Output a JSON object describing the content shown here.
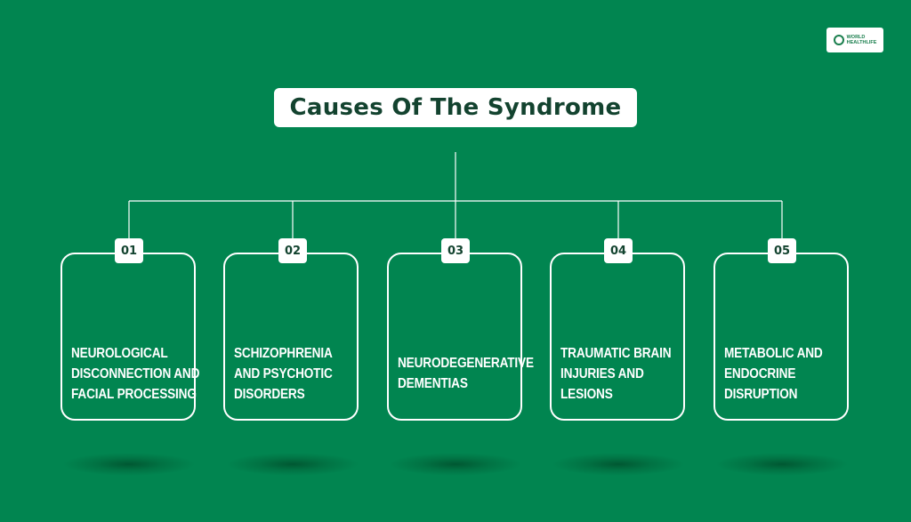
{
  "logo": {
    "text_line1": "WORLD",
    "text_line2": "HEALTHLIFE"
  },
  "title": "Causes Of The Syndrome",
  "items": [
    {
      "number": "01",
      "lines": [
        "Neurological",
        "disconnection and",
        "facial processing"
      ]
    },
    {
      "number": "02",
      "lines": [
        "Schizophrenia",
        "and psychotic",
        "disorders"
      ]
    },
    {
      "number": "03",
      "lines": [
        "Neurodegenerative",
        "dementias"
      ]
    },
    {
      "number": "04",
      "lines": [
        "Traumatic brain",
        "injuries and",
        "lesions"
      ]
    },
    {
      "number": "05",
      "lines": [
        "Metabolic and",
        "endocrine",
        "disruption"
      ]
    }
  ],
  "colors": {
    "background": "#018550",
    "box": "#ffffff",
    "dark_text": "#13432f"
  }
}
